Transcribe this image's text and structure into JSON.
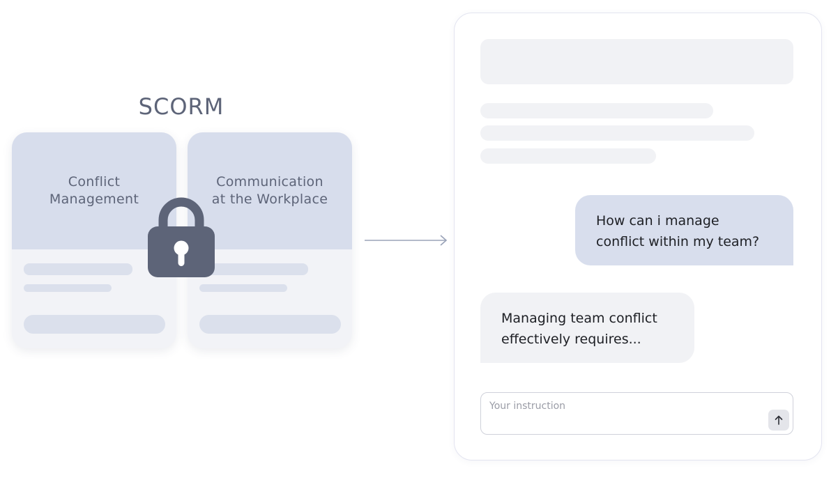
{
  "scorm": {
    "title": "SCORM",
    "cards": [
      {
        "title": "Conflict\nManagement"
      },
      {
        "title": "Communication\nat the Workplace"
      }
    ],
    "lock_icon": "lock-icon"
  },
  "arrow_icon": "arrow-right-icon",
  "chat": {
    "messages": [
      {
        "role": "user",
        "text": "How can i manage\nconflict within my team?"
      },
      {
        "role": "assistant",
        "text": "Managing team conflict\neffectively requires..."
      }
    ],
    "input": {
      "placeholder": "Your instruction",
      "value": ""
    },
    "send_icon": "arrow-up-icon"
  },
  "colors": {
    "card_header": "#d7ddec",
    "card_body": "#f2f3f7",
    "lock": "#5d6478",
    "user_bubble": "#d8deed",
    "assistant_bubble": "#f1f2f5",
    "text_muted": "#5d6478"
  }
}
